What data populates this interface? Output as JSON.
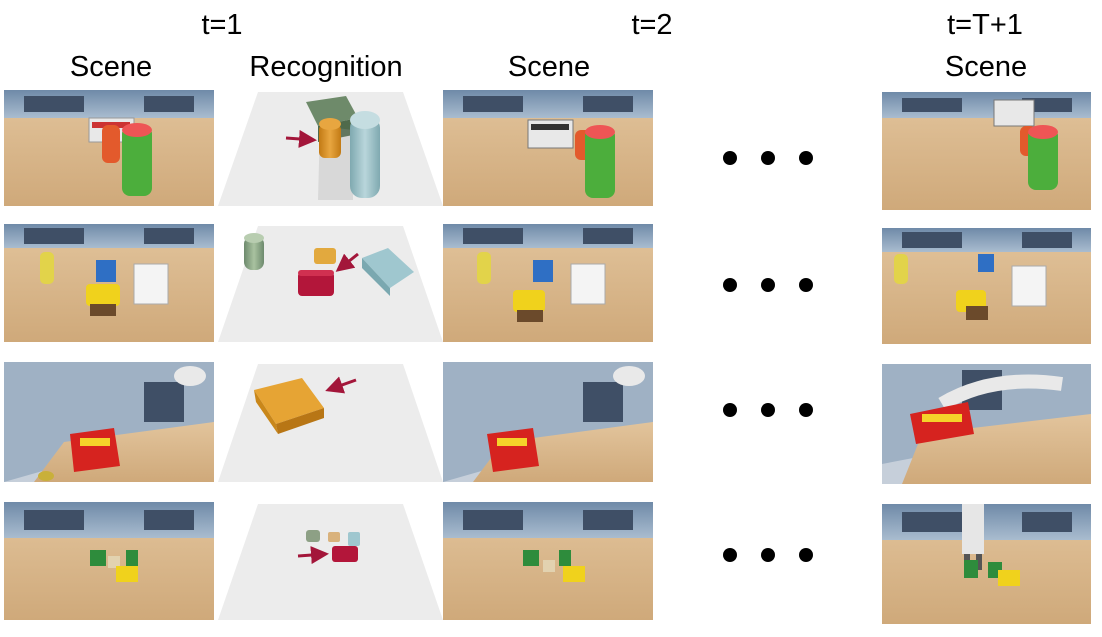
{
  "headers": {
    "t1": "t=1",
    "t2": "t=2",
    "tT1": "t=T+1",
    "scene": "Scene",
    "recognition": "Recognition"
  },
  "rows": [
    {
      "id": "row1",
      "scene_desc": "cylindrical cans and box on table",
      "recognition_objects": [
        "box",
        "small-cylinder",
        "tall-cylinder"
      ]
    },
    {
      "id": "row2",
      "scene_desc": "yellow can, small boxes on table",
      "recognition_objects": [
        "cylinder",
        "small-box",
        "red-box",
        "large-box"
      ]
    },
    {
      "id": "row3",
      "scene_desc": "cracker box with robot arm",
      "recognition_objects": [
        "large-box"
      ]
    },
    {
      "id": "row4",
      "scene_desc": "colored blocks on table",
      "recognition_objects": [
        "cube-green",
        "cube-tan",
        "cube-red",
        "cube-teal"
      ]
    }
  ],
  "colors": {
    "table": "#d9b98e",
    "wall": "#8aa3bd",
    "arrow": "#a3163a",
    "ground": "#ececec"
  },
  "icons": [
    "ellipsis-dots"
  ]
}
